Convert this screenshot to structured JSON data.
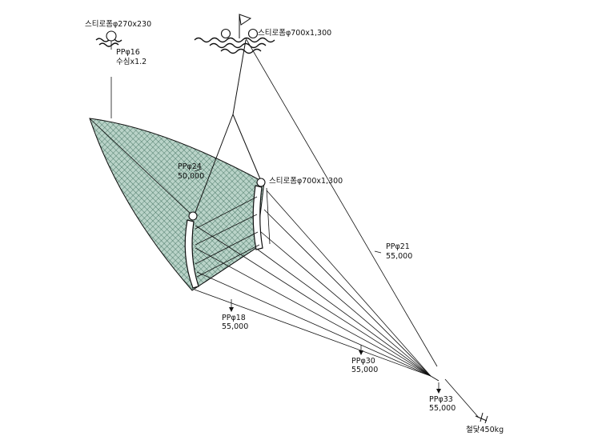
{
  "labels": {
    "float_small": "스티로폼φ270x230",
    "rope_pp16": "PPφ16",
    "rope_pp16_depth": "수심x1.2",
    "float_large_top": "스티로폼φ700x1,300",
    "rope_pp24": "PPφ24",
    "rope_pp24_val": "50,000",
    "float_large_mid": "스티로폼φ700x1,300",
    "rope_pp21": "PPφ21",
    "rope_pp21_val": "55,000",
    "rope_pp18": "PPφ18",
    "rope_pp18_val": "55,000",
    "rope_pp30": "PPφ30",
    "rope_pp30_val": "55,000",
    "rope_pp33": "PPφ33",
    "rope_pp33_val": "55,000",
    "anchor": "철닻450kg"
  },
  "colors": {
    "net_fill": "#b9d3c8",
    "net_mesh": "#2c5e4c",
    "ink": "#111111"
  },
  "icons": [
    "float-buoy-icon",
    "flag-icon",
    "anchor-icon",
    "wave-icon"
  ]
}
